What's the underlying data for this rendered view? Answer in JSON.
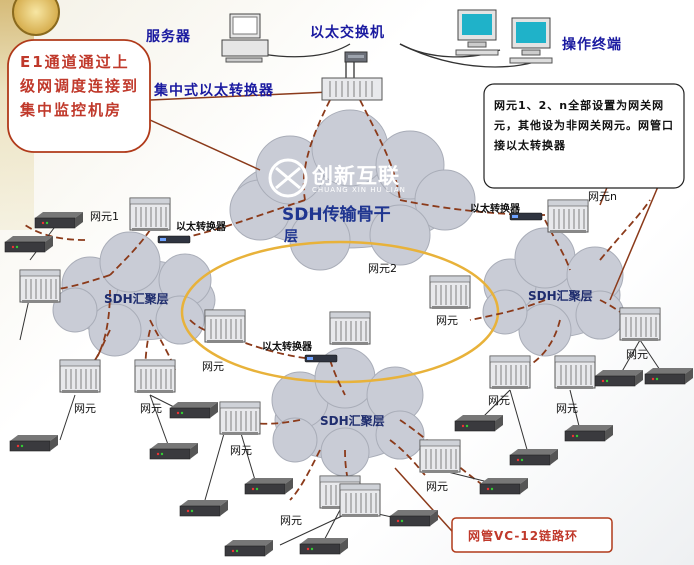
{
  "labels": {
    "server": "服务器",
    "eth_switch": "以太交换机",
    "op_terminal": "操作终端",
    "central_converter": "集中式以太转换器",
    "sdh_backbone_line1": "SDH传输骨干",
    "sdh_backbone_line2": "层",
    "sdh_conv_left": "SDH汇聚层",
    "sdh_conv_right": "SDH汇聚层",
    "sdh_conv_bottom": "SDH汇聚层",
    "ne1": "网元1",
    "ne2": "网元2",
    "nen": "网元n",
    "ne_generic": "网元",
    "eth_conv": "以太转换器",
    "eth_conv_center": "以太转换器",
    "eth_conv_right": "以太转换器"
  },
  "notes": {
    "e1_note": "E1通道通过上级网调度连接到集中监控机房",
    "gateway_note": "网元1、2、n全部设置为网关网元，其他设为非网关网元。网管口接以太转换器",
    "vc12_note": "网管VC-12链路环"
  },
  "watermark": {
    "main": "创新互联",
    "sub": "CHUANG XIN HU LIAN"
  },
  "colors": {
    "label_blue": "#1a1aa0",
    "note_red": "#c0392b",
    "dash_link": "#8b3a1a",
    "ring": "#e8b23a",
    "cloud": "#c9ccd6"
  }
}
